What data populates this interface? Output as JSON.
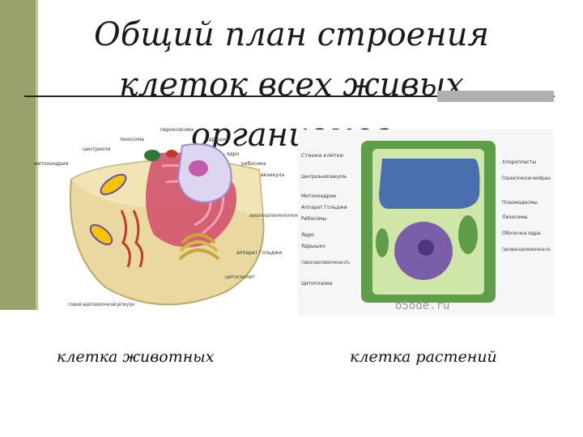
{
  "slide": {
    "title_line1": "Общий план строения",
    "title_line2": "клеток всех живых",
    "title_line3": "организмов"
  },
  "animal_cell": {
    "caption": "клетка животных",
    "labels": {
      "lysosome": "лизосома",
      "peroxisome": "пероксисома",
      "centrioles": "центриоли",
      "nucleolus": "ядрышко",
      "mitochondria": "митохондрия",
      "nucleus": "ядро",
      "ribosome": "рибосома",
      "vesicle": "везикула",
      "rough_er": "шероховатый эндоплазматический ретикулум",
      "golgi": "аппарат Гольджи",
      "cytoskeleton": "цитоскелет",
      "smooth_er": "гладкий эндоплазматический ретикулум"
    }
  },
  "plant_cell": {
    "caption": "клетка растений",
    "watermark": "o5ode.ru",
    "labels_left": [
      "Стенка клетки",
      "Центральная вакуоль",
      "Митохондрии",
      "Аппарат Гольджи",
      "Рибосомы",
      "Ядро",
      "Ядрышко",
      "Гладкая эндоплазматическая сеть",
      "Цитоплазма"
    ],
    "labels_right": [
      "Хлоропласты",
      "Плазматическая мембрана",
      "Плазмодесмы",
      "Лизосомы",
      "Оболочка ядра",
      "Гранулярная эндоплазматическая сеть"
    ]
  },
  "colors": {
    "sidebar": "#9aa06b",
    "plant_wall": "#5e9e48",
    "plant_cytoplasm": "#cfe6a8",
    "vacuole": "#4a6fae",
    "nucleus": "#7a5ea8",
    "animal_membrane": "#e9d9a0",
    "er": "#d04a6a"
  }
}
